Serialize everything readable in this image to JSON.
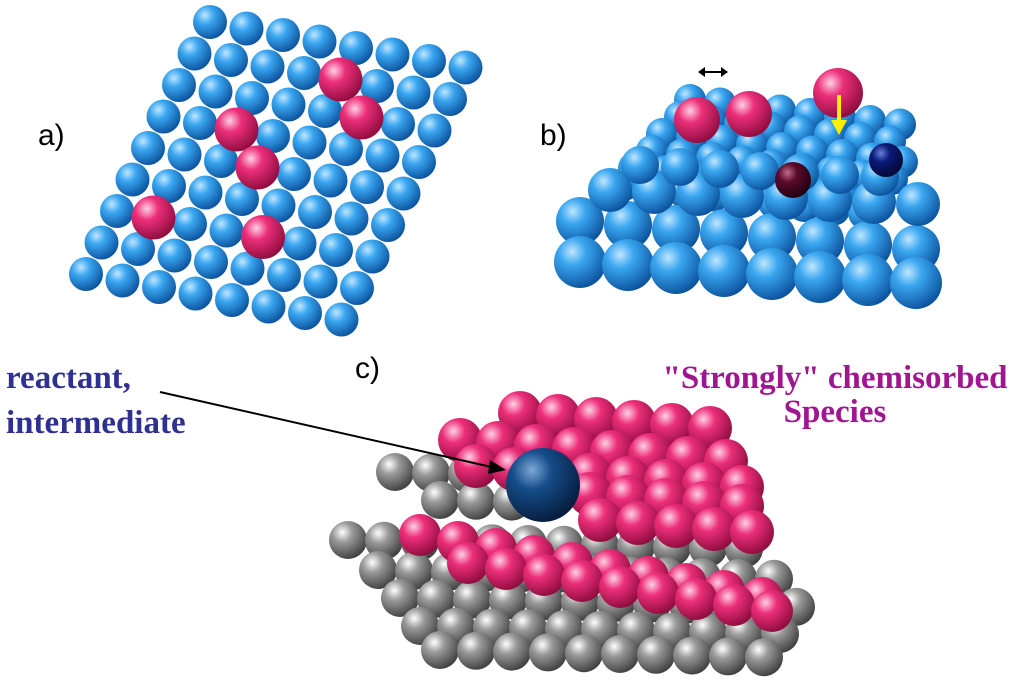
{
  "panels": {
    "a": {
      "label": "a)"
    },
    "b": {
      "label": "b)"
    },
    "c": {
      "label": "c)"
    }
  },
  "annotations": {
    "left_line1": "reactant,",
    "left_line2": "intermediate",
    "right_line1": "\"Strongly\" chemisorbed",
    "right_line2": "Species"
  },
  "colors": {
    "surface_atom": "#1e8ce6",
    "adsorbate": "#e8206e",
    "dark_adsorbate_b1": "#5a0a2a",
    "dark_adsorbate_b2": "#0a1a7a",
    "substrate_gray": "#8a8a8a",
    "reactant_ball": "#0f3f78",
    "arrow_yellow": "#ffee00",
    "left_text": "#2e3192",
    "right_text": "#a01690"
  },
  "icons": {
    "double_arrow": "horizontal-double-arrow-icon",
    "down_arrow": "yellow-down-arrow-icon",
    "pointer_arrow": "pointer-arrow-icon"
  }
}
